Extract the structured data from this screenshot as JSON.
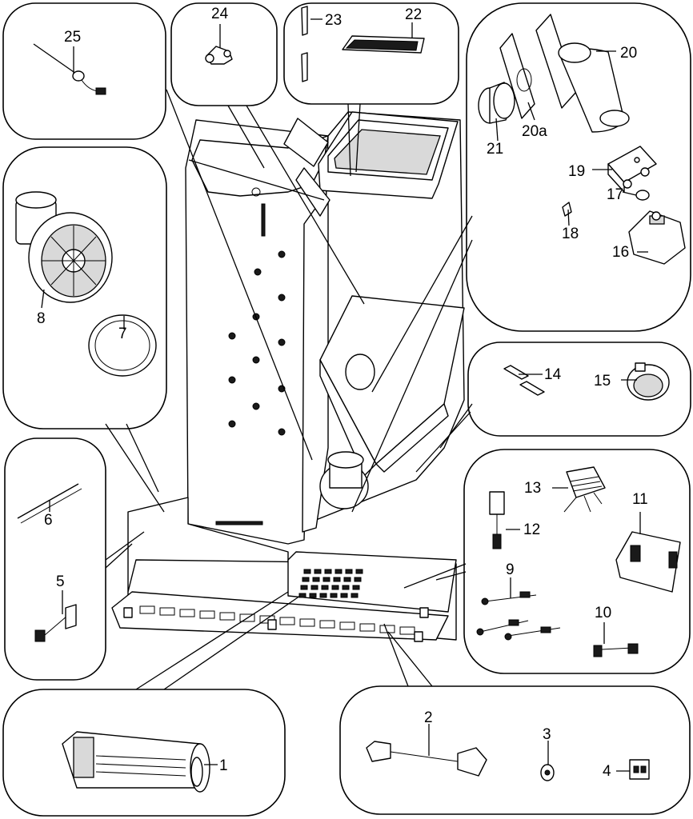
{
  "callouts": [
    {
      "id": "c1",
      "label": "1"
    },
    {
      "id": "c2",
      "label": "2"
    },
    {
      "id": "c3",
      "label": "3"
    },
    {
      "id": "c4",
      "label": "4"
    },
    {
      "id": "c5",
      "label": "5"
    },
    {
      "id": "c6",
      "label": "6"
    },
    {
      "id": "c7",
      "label": "7"
    },
    {
      "id": "c8",
      "label": "8"
    },
    {
      "id": "c9",
      "label": "9"
    },
    {
      "id": "c10",
      "label": "10"
    },
    {
      "id": "c11",
      "label": "11"
    },
    {
      "id": "c12",
      "label": "12"
    },
    {
      "id": "c13",
      "label": "13"
    },
    {
      "id": "c14",
      "label": "14"
    },
    {
      "id": "c15",
      "label": "15"
    },
    {
      "id": "c16",
      "label": "16"
    },
    {
      "id": "c17",
      "label": "17"
    },
    {
      "id": "c18",
      "label": "18"
    },
    {
      "id": "c19",
      "label": "19"
    },
    {
      "id": "c20",
      "label": "20"
    },
    {
      "id": "c20a",
      "label": "20a"
    },
    {
      "id": "c21",
      "label": "21"
    },
    {
      "id": "c22",
      "label": "22"
    },
    {
      "id": "c23",
      "label": "23"
    },
    {
      "id": "c24",
      "label": "24"
    },
    {
      "id": "c25",
      "label": "25"
    }
  ]
}
